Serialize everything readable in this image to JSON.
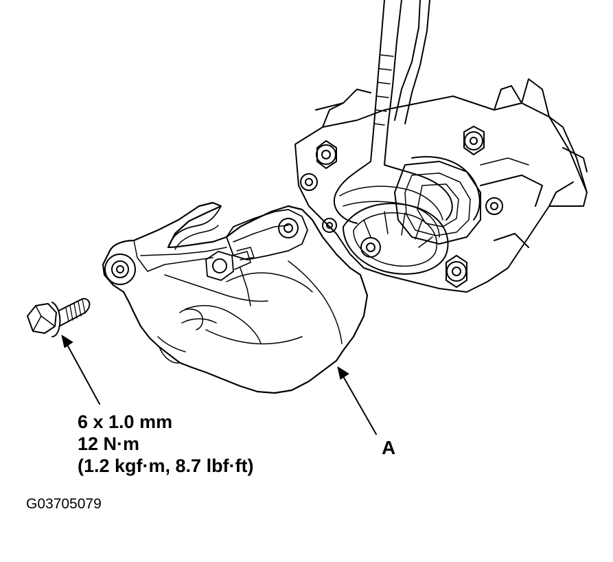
{
  "fastener_spec": {
    "size": "6 x 1.0 mm",
    "torque_nm": "12 N·m",
    "torque_alt": "(1.2 kgf·m, 8.7 lbf·ft)"
  },
  "callout": {
    "label": "A"
  },
  "figure": {
    "id": "G03705079"
  },
  "colors": {
    "line": "#000000",
    "background": "#ffffff"
  }
}
